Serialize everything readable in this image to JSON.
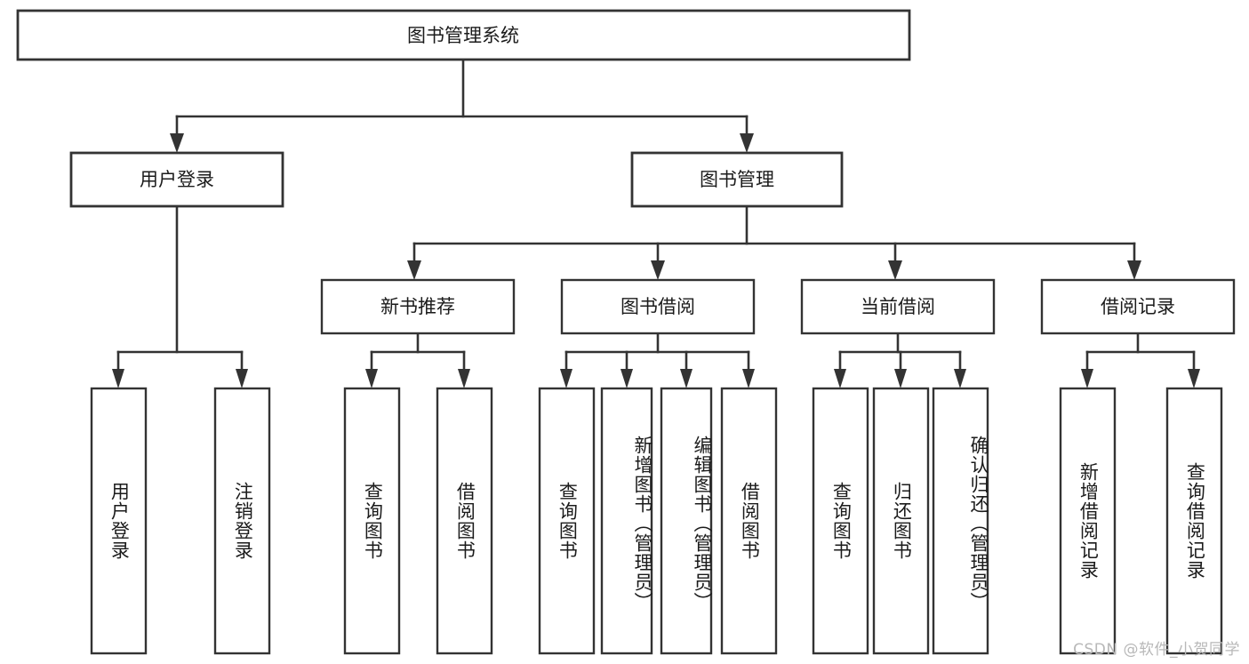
{
  "diagram": {
    "title": "图书管理系统",
    "type": "tree",
    "watermark": "CSDN @软件_小贺同学",
    "colors": {
      "stroke": "#333333",
      "fill": "#ffffff",
      "text": "#1b1b1b",
      "watermark": "#b8b8b8",
      "background": "#ffffff"
    },
    "nodes": {
      "root": "图书管理系统",
      "level2": {
        "user_login": "用户登录",
        "book_manage": "图书管理"
      },
      "level3": {
        "new_book_rec": "新书推荐",
        "book_borrow": "图书借阅",
        "current_borrow": "当前借阅",
        "borrow_record": "借阅记录"
      },
      "leaves": {
        "user_login_1": "用户登录",
        "user_login_2": "注销登录",
        "new_book_rec_1": "查询图书",
        "new_book_rec_2": "借阅图书",
        "book_borrow_1": "查询图书",
        "book_borrow_2": "新增图书（管理员）",
        "book_borrow_3": "编辑图书（管理员）",
        "book_borrow_4": "借阅图书",
        "current_borrow_1": "查询图书",
        "current_borrow_2": "归还图书",
        "current_borrow_3": "确认归还（管理员）",
        "borrow_record_1": "新增借阅记录",
        "borrow_record_2": "查询借阅记录"
      }
    },
    "edges": [
      {
        "from": "root",
        "to": "user_login"
      },
      {
        "from": "root",
        "to": "book_manage"
      },
      {
        "from": "book_manage",
        "to": "new_book_rec"
      },
      {
        "from": "book_manage",
        "to": "book_borrow"
      },
      {
        "from": "book_manage",
        "to": "current_borrow"
      },
      {
        "from": "book_manage",
        "to": "borrow_record"
      },
      {
        "from": "user_login",
        "to": "user_login_1"
      },
      {
        "from": "user_login",
        "to": "user_login_2"
      },
      {
        "from": "new_book_rec",
        "to": "new_book_rec_1"
      },
      {
        "from": "new_book_rec",
        "to": "new_book_rec_2"
      },
      {
        "from": "book_borrow",
        "to": "book_borrow_1"
      },
      {
        "from": "book_borrow",
        "to": "book_borrow_2"
      },
      {
        "from": "book_borrow",
        "to": "book_borrow_3"
      },
      {
        "from": "book_borrow",
        "to": "book_borrow_4"
      },
      {
        "from": "current_borrow",
        "to": "current_borrow_1"
      },
      {
        "from": "current_borrow",
        "to": "current_borrow_2"
      },
      {
        "from": "current_borrow",
        "to": "current_borrow_3"
      },
      {
        "from": "borrow_record",
        "to": "borrow_record_1"
      },
      {
        "from": "borrow_record",
        "to": "borrow_record_2"
      }
    ]
  }
}
